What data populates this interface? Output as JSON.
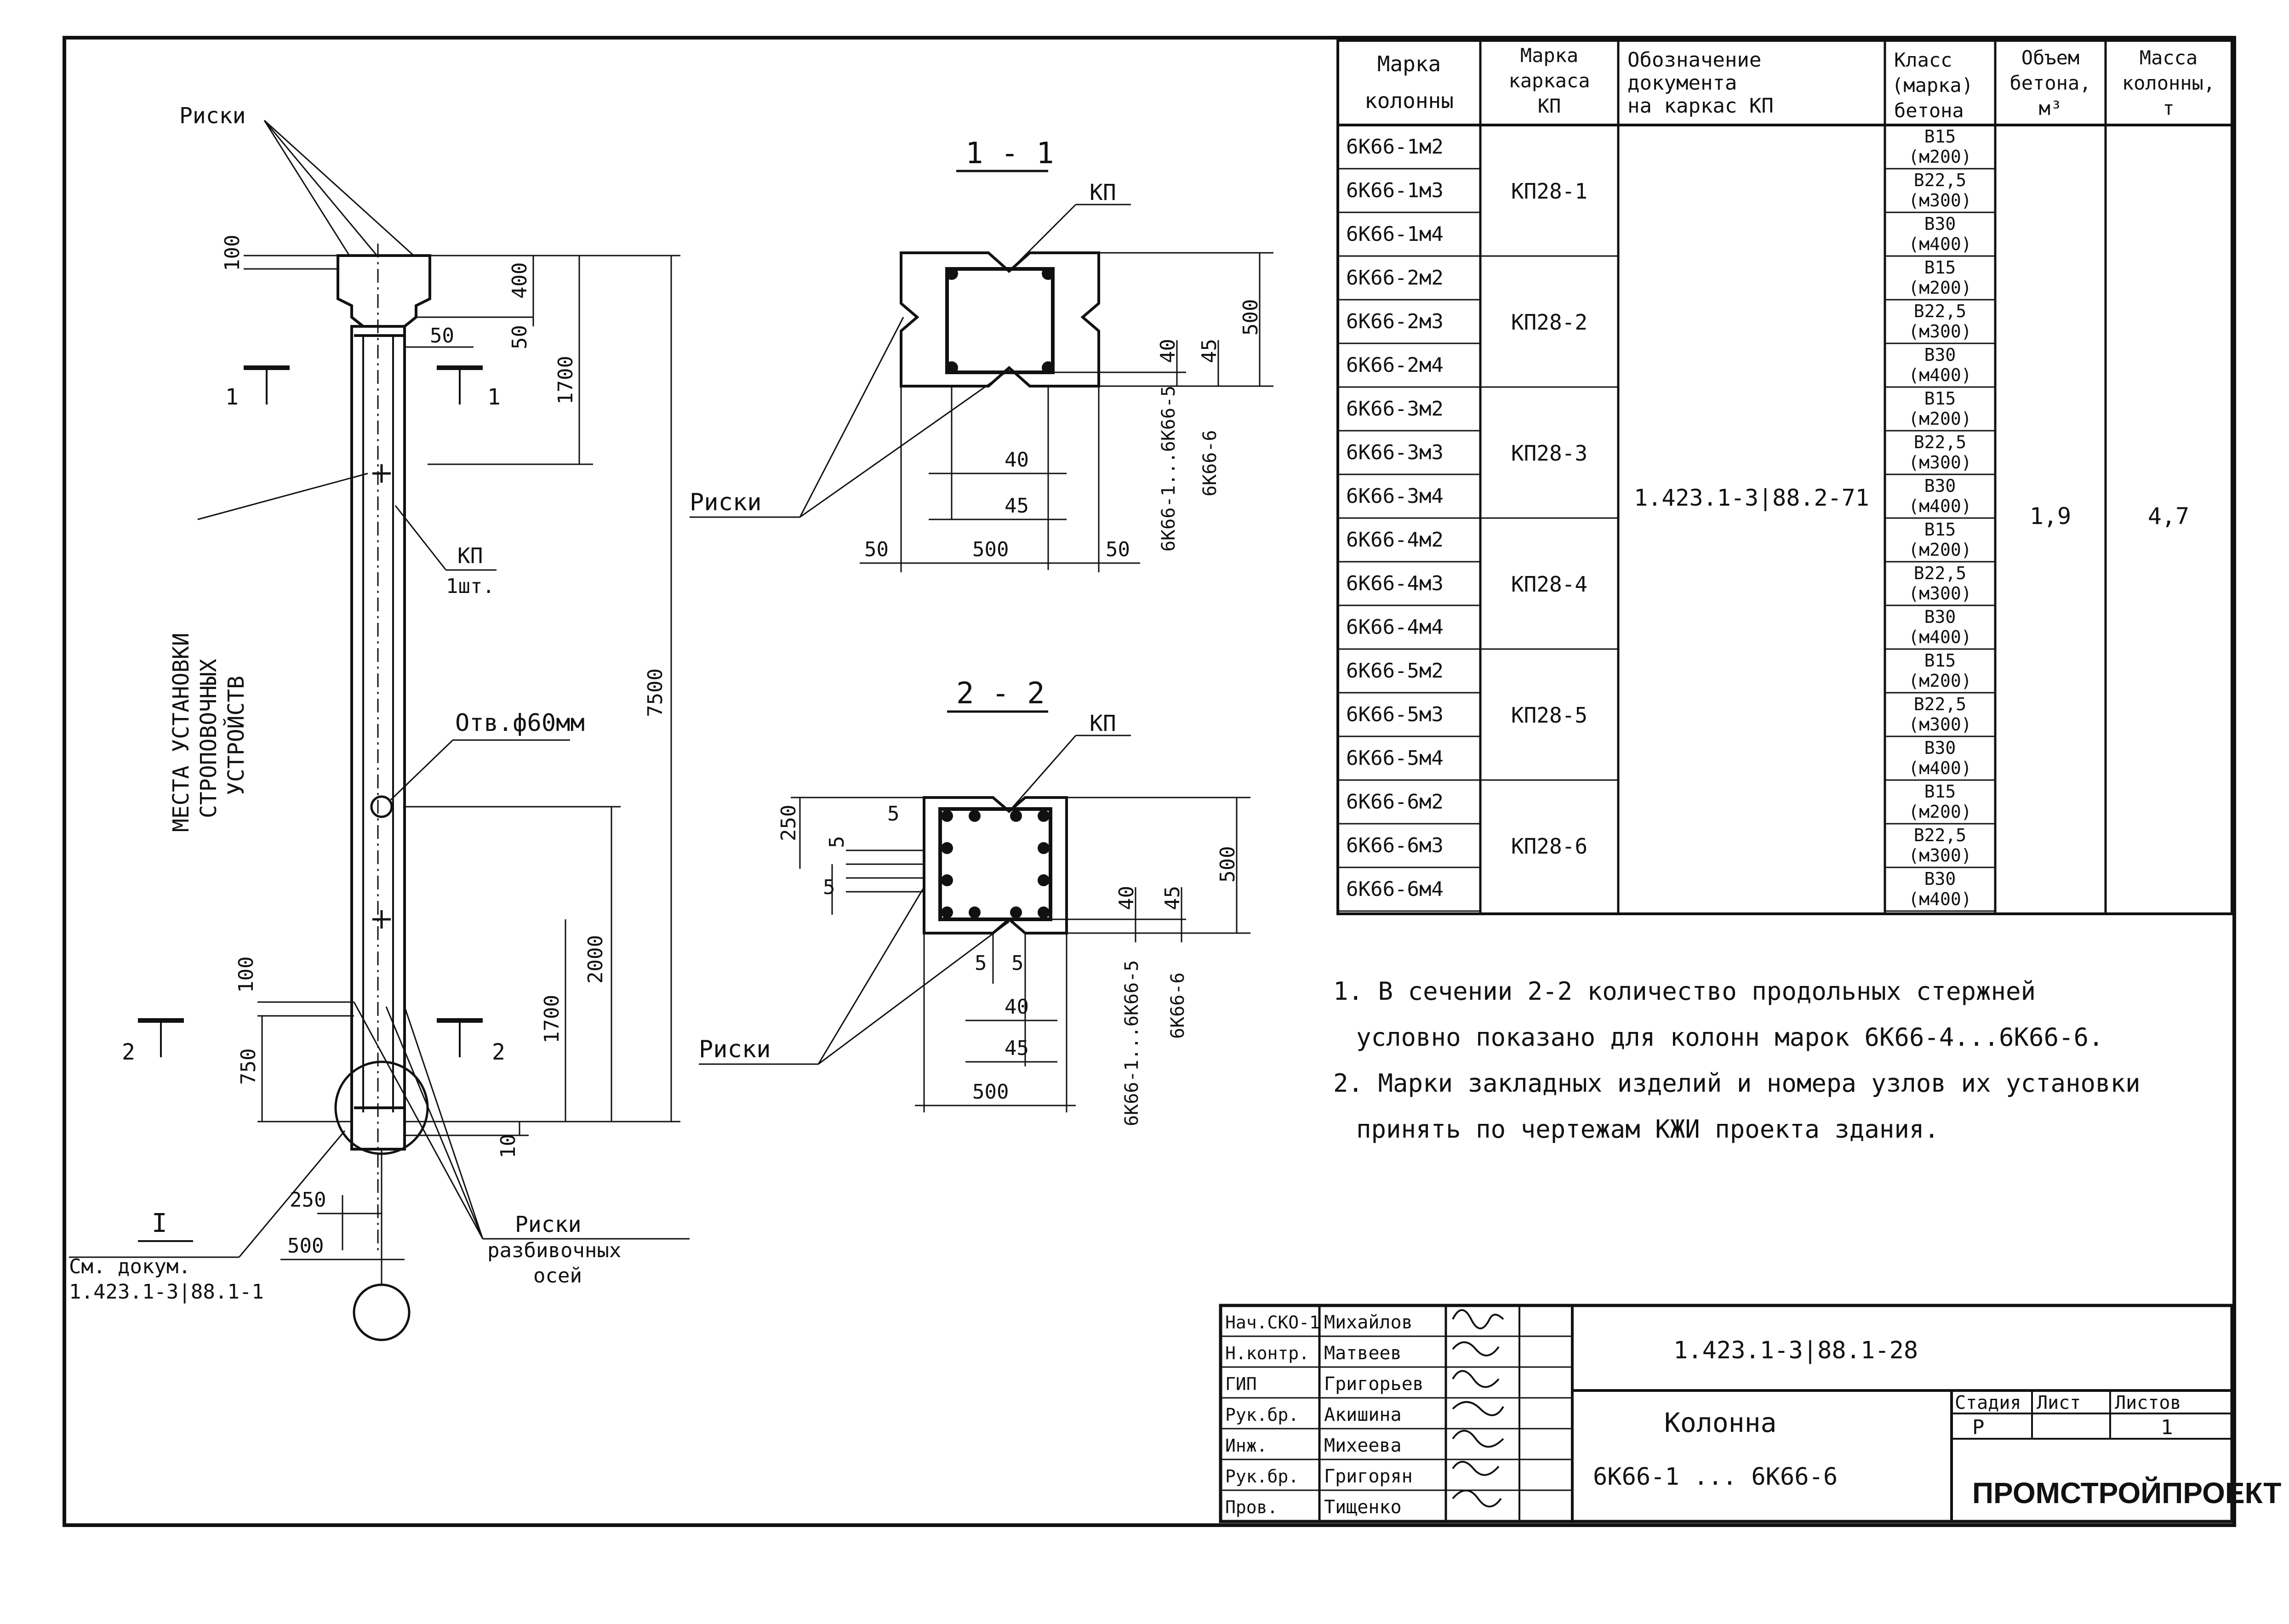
{
  "drawing": {
    "labels": {
      "riski": "Риски",
      "kp": "КП",
      "kp_count": "1шт.",
      "hole": "Отв.ф60мм",
      "mounting_1": "МЕСТА УСТАНОВКИ",
      "mounting_2": "СТРОПОВОЧНЫХ",
      "mounting_3": "УСТРОЙСТВ",
      "node_mark": "I",
      "see_doc_1": "См. докум.",
      "see_doc_2": "1.423.1-3|88.1-1",
      "axes_1": "Риски",
      "axes_2": "разбивочных",
      "axes_3": "осей",
      "mark_1": "1",
      "mark_2": "2"
    },
    "elev_dims": {
      "d100_top": "100",
      "d400": "400",
      "d50_a": "50",
      "d50_b": "50",
      "d1700_top": "1700",
      "d7500": "7500",
      "d2000": "2000",
      "d1700_bot": "1700",
      "d100_bot": "100",
      "d750": "750",
      "d10": "10",
      "d250": "250",
      "d500": "500"
    },
    "section_1": {
      "title": "1 - 1",
      "kp": "КП",
      "riski": "Риски",
      "d500_v": "500",
      "d40": "40",
      "d45": "45",
      "d40_b": "40",
      "d45_b": "45",
      "d50_l": "50",
      "d500": "500",
      "d50_r": "50",
      "marks_a": "6К66-1...6К66-5",
      "marks_b": "6К66-6"
    },
    "section_2": {
      "title": "2 - 2",
      "kp": "КП",
      "riski": "Риски",
      "d250": "250",
      "d5_a": "5",
      "d5_b": "5",
      "d5_c": "5",
      "d500_v": "500",
      "d40": "40",
      "d45": "45",
      "d5_l": "5",
      "d5_r": "5",
      "d40_b": "40",
      "d45_b": "45",
      "d500": "500",
      "marks_a": "6К66-1...6К66-5",
      "marks_b": "6К66-6"
    }
  },
  "spec_table": {
    "headers": {
      "col1": [
        "Марка",
        "колонны"
      ],
      "col2": [
        "Марка",
        "каркаса",
        "КП"
      ],
      "col3": [
        "Обозначение",
        "документа",
        "на каркас КП"
      ],
      "col4": [
        "Класс",
        "(марка)",
        "бетона"
      ],
      "col5": [
        "Объем",
        "бетона,",
        "м³"
      ],
      "col6": [
        "Масса",
        "колонны,",
        "т"
      ]
    },
    "rows": [
      {
        "mark": "6К66-1м2",
        "class": "В15",
        "grade": "(м200)"
      },
      {
        "mark": "6К66-1м3",
        "class": "В22,5",
        "grade": "(м300)"
      },
      {
        "mark": "6К66-1м4",
        "class": "В30",
        "grade": "(м400)"
      },
      {
        "mark": "6К66-2м2",
        "class": "В15",
        "grade": "(м200)"
      },
      {
        "mark": "6К66-2м3",
        "class": "В22,5",
        "grade": "(м300)"
      },
      {
        "mark": "6К66-2м4",
        "class": "В30",
        "grade": "(м400)"
      },
      {
        "mark": "6К66-3м2",
        "class": "В15",
        "grade": "(м200)"
      },
      {
        "mark": "6К66-3м3",
        "class": "В22,5",
        "grade": "(м300)"
      },
      {
        "mark": "6К66-3м4",
        "class": "В30",
        "grade": "(м400)"
      },
      {
        "mark": "6К66-4м2",
        "class": "В15",
        "grade": "(м200)"
      },
      {
        "mark": "6К66-4м3",
        "class": "В22,5",
        "grade": "(м300)"
      },
      {
        "mark": "6К66-4м4",
        "class": "В30",
        "grade": "(м400)"
      },
      {
        "mark": "6К66-5м2",
        "class": "В15",
        "grade": "(м200)"
      },
      {
        "mark": "6К66-5м3",
        "class": "В22,5",
        "grade": "(м300)"
      },
      {
        "mark": "6К66-5м4",
        "class": "В30",
        "grade": "(м400)"
      },
      {
        "mark": "6К66-6м2",
        "class": "В15",
        "grade": "(м200)"
      },
      {
        "mark": "6К66-6м3",
        "class": "В22,5",
        "grade": "(м300)"
      },
      {
        "mark": "6К66-6м4",
        "class": "В30",
        "grade": "(м400)"
      }
    ],
    "cages": [
      "КП28-1",
      "КП28-2",
      "КП28-3",
      "КП28-4",
      "КП28-5",
      "КП28-6"
    ],
    "document": "1.423.1-3|88.2-71",
    "volume": "1,9",
    "mass": "4,7"
  },
  "notes": [
    "1. В сечении 2-2 количество продольных стержней",
    "условно показано для колонн марок 6К66-4...6К66-6.",
    "2. Марки закладных изделий и номера узлов их установки",
    "принять по чертежам КЖИ проекта здания."
  ],
  "title_block": {
    "roles": [
      "Нач.СКО-1",
      "Н.контр.",
      "ГИП",
      "Рук.бр.",
      "Инж.",
      "Рук.бр.",
      "Пров."
    ],
    "names": [
      "Михайлов",
      "Матвеев",
      "Григорьев",
      "Акишина",
      "Михеева",
      "Григорян",
      "Тищенко"
    ],
    "doc_number": "1.423.1-3|88.1-28",
    "title": "Колонна",
    "subtitle": "6К66-1 ... 6К66-6",
    "stage_label": "Стадия",
    "sheet_label": "Лист",
    "sheets_label": "Листов",
    "stage": "Р",
    "sheet": "",
    "sheets": "1",
    "org": "ПРОМСТРОЙПРОЕКТ"
  }
}
